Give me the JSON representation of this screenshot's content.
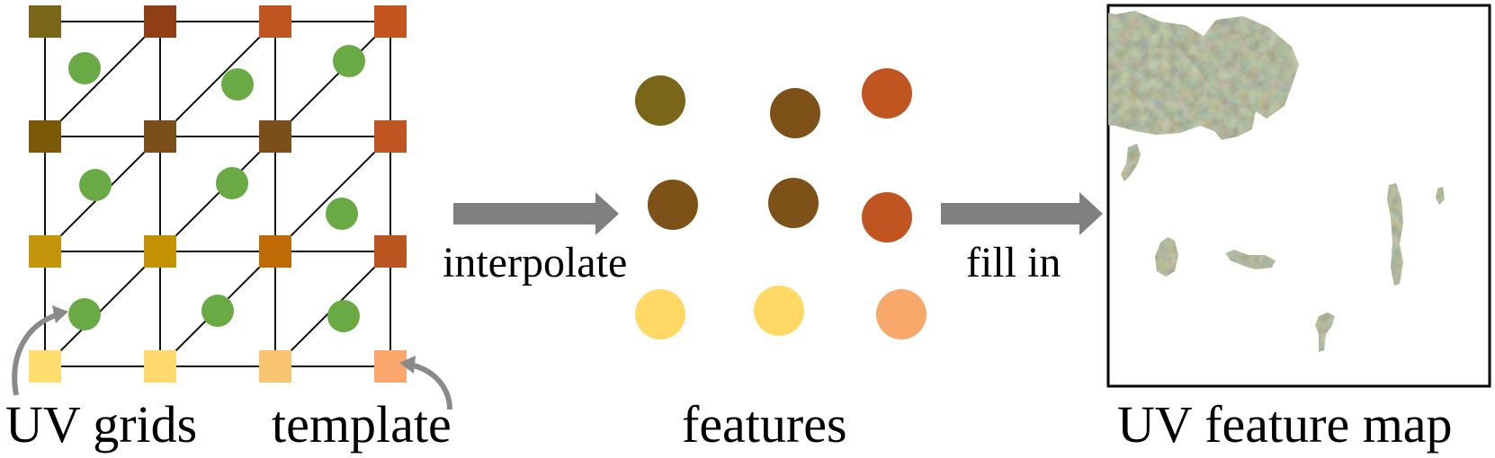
{
  "labels": {
    "uv_grids": "UV grids",
    "template": "template",
    "interpolate": "interpolate",
    "features": "features",
    "fill_in": "fill in",
    "uv_feature_map": "UV feature map"
  },
  "colors": {
    "grid_line": "#111111",
    "arrow": "#808080",
    "annotation_arrow": "#8a8a8a",
    "sample_point": "#6aaa45",
    "map_border": "#000000",
    "map_background": "#ffffff",
    "template_grid": [
      [
        "#7b6519",
        "#8f3f16",
        "#c05521",
        "#c4551e"
      ],
      [
        "#7a5a08",
        "#7a4f19",
        "#7a4f19",
        "#c05521"
      ],
      [
        "#c4940a",
        "#c29104",
        "#bd6a07",
        "#bd5520"
      ],
      [
        "#ffde70",
        "#ffd86e",
        "#f9c46f",
        "#fba66c"
      ]
    ],
    "features": [
      [
        "#7a6518",
        "#7d5118",
        "#c05521"
      ],
      [
        "#7d5118",
        "#7d5118",
        "#c05521"
      ],
      [
        "#ffd866",
        "#ffd866",
        "#f9a86b"
      ]
    ],
    "map_texture": [
      "#6f8f5c",
      "#5c8456",
      "#8a6f4d",
      "#a0525a",
      "#7d8a63",
      "#4f7a5a",
      "#9b7d52"
    ]
  }
}
